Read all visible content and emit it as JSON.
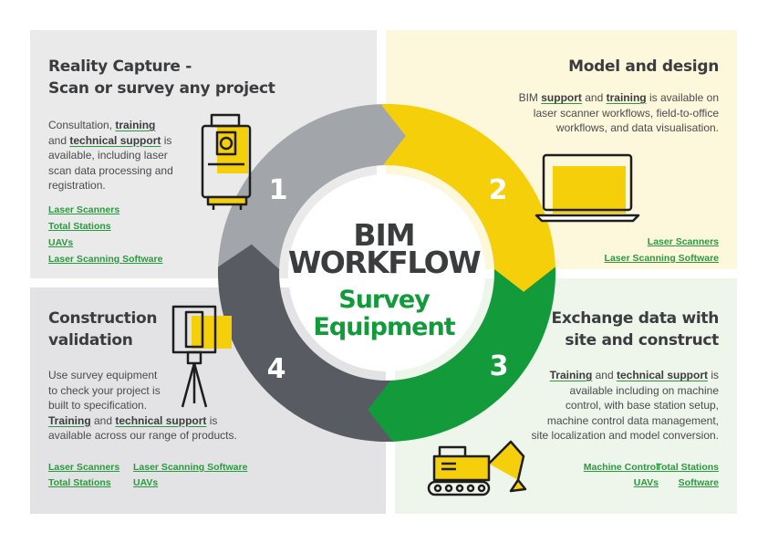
{
  "center": {
    "line1": "BIM",
    "line2": "WORKFLOW",
    "line3": "Survey",
    "line4": "Equipment"
  },
  "steps": [
    "1",
    "2",
    "3",
    "4"
  ],
  "panel1": {
    "title_line1": "Reality Capture -",
    "title_line2": "Scan or survey any project",
    "body": {
      "t1": "Consultation, ",
      "b1": "training",
      "t2": "and ",
      "b2": "technical support",
      "t3": " is",
      "t4": "available, including laser",
      "t5": "scan data processing and",
      "t6": "registration."
    },
    "links": [
      "Laser Scanners",
      "Total Stations",
      "UAVs",
      "Laser Scanning Software"
    ]
  },
  "panel2": {
    "title": "Model and design",
    "body": {
      "t1": "BIM ",
      "b1": "support",
      "t2": " and ",
      "b2": "training",
      "t3": " is available on",
      "t4": "laser scanner workflows, field-to-office",
      "t5": "workflows, and data visualisation."
    },
    "links": [
      "Laser Scanners",
      "Laser Scanning Software"
    ]
  },
  "panel3": {
    "title_line1": "Construction",
    "title_line2": "validation",
    "body": {
      "t1": "Use survey equipment",
      "t2": "to check your project is",
      "t3": "built to specification.",
      "b1": "Training",
      "t4": " and ",
      "b2": "technical support",
      "t5": " is",
      "t6": "available across our range of products."
    },
    "links_col1": [
      "Laser Scanners",
      "Total Stations"
    ],
    "links_col2": [
      "Laser Scanning Software",
      "UAVs"
    ]
  },
  "panel4": {
    "title_line1": "Exchange data with",
    "title_line2": "site and construct",
    "body": {
      "b1": "Training",
      "t1": " and ",
      "b2": "technical support",
      "t2": " is",
      "t3": "available including on machine",
      "t4": "control, with base station setup,",
      "t5": "machine control data management,",
      "t6": "site localization and model conversion."
    },
    "links_col1": [
      "Machine Control",
      "UAVs"
    ],
    "links_col2": [
      "Total Stations",
      "Software"
    ]
  },
  "colors": {
    "grey_light": "#a2a5aa",
    "yellow": "#f5cf0a",
    "green": "#129a3b",
    "grey_dark": "#585b62",
    "text_dark": "#3b3c3e",
    "link_green": "#2a9a3e"
  },
  "icons": [
    "total-station-icon",
    "laptop-icon",
    "excavator-icon",
    "laser-scanner-tripod-icon"
  ]
}
